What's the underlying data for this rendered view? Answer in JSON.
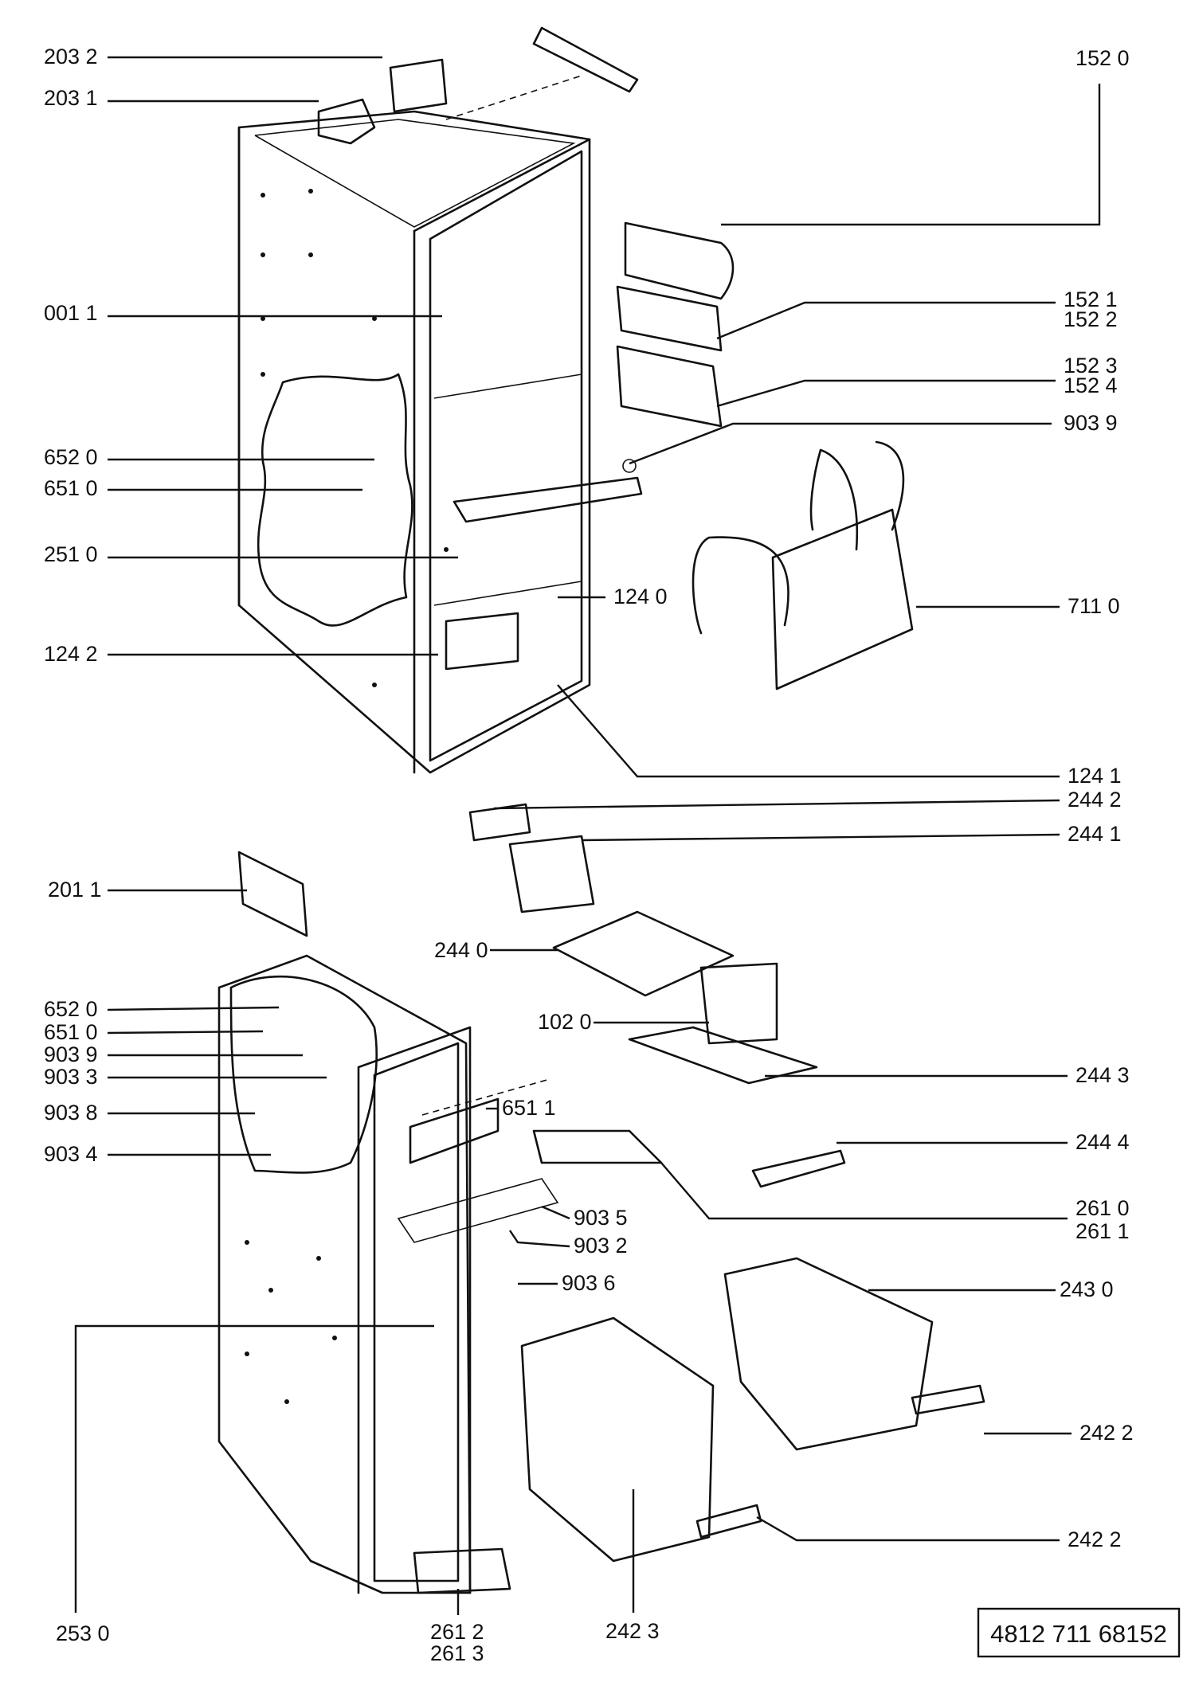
{
  "drawing_number": "4812 711 68152",
  "callouts": {
    "c203_2": "203 2",
    "c203_1": "203 1",
    "c152_0": "152 0",
    "c001_1": "001 1",
    "c152_1": "152 1",
    "c152_2": "152 2",
    "c152_3": "152 3",
    "c152_4": "152 4",
    "c903_9a": "903 9",
    "c652_0a": "652 0",
    "c651_0a": "651 0",
    "c251_0": "251 0",
    "c124_0": "124 0",
    "c711_0": "711 0",
    "c124_2": "124 2",
    "c124_1": "124 1",
    "c244_2": "244 2",
    "c244_1": "244 1",
    "c201_1": "201 1",
    "c244_0": "244 0",
    "c652_0b": "652 0",
    "c651_0b": "651 0",
    "c903_9b": "903 9",
    "c102_0": "102 0",
    "c903_3": "903 3",
    "c244_3": "244 3",
    "c903_8": "903 8",
    "c651_1": "651 1",
    "c244_4": "244 4",
    "c903_4": "903 4",
    "c261_0": "261 0",
    "c261_1": "261 1",
    "c903_5": "903 5",
    "c903_2": "903 2",
    "c903_6": "903 6",
    "c243_0": "243 0",
    "c242_2a": "242 2",
    "c242_2b": "242 2",
    "c253_0": "253 0",
    "c261_2": "261 2",
    "c261_3": "261 3",
    "c242_3": "242 3"
  }
}
